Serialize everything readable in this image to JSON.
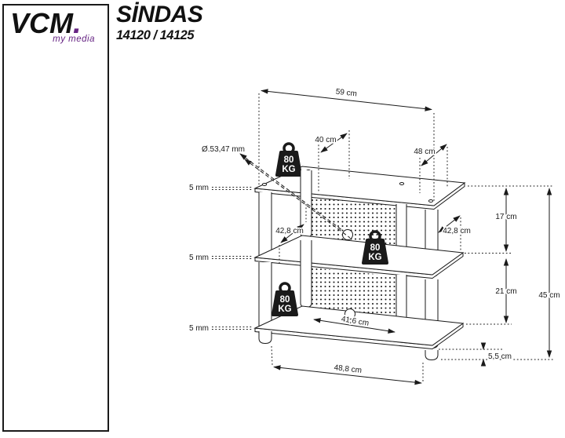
{
  "page": {
    "background": "#ffffff",
    "ink": "#1a1a1a",
    "accent_purple": "#662483"
  },
  "logo": {
    "name": "VCM",
    "dot": ".",
    "tagline": "my media"
  },
  "product": {
    "title": "SİNDAS",
    "models": "14120 / 14125"
  },
  "drawing": {
    "weights": [
      {
        "value": "80",
        "unit": "KG"
      },
      {
        "value": "80",
        "unit": "KG"
      },
      {
        "value": "80",
        "unit": "KG"
      }
    ],
    "dimensions": {
      "top_width": "59 cm",
      "shelf_depth": "40 cm",
      "total_depth": "48 cm",
      "cable_hole_diameter": "Ø.53,47 mm",
      "glass_thickness_top": "5 mm",
      "glass_thickness_middle": "5 mm",
      "glass_thickness_bottom": "5 mm",
      "clear_depth_left": "42,8 cm",
      "clear_depth_right": "42,8 cm",
      "clearance_upper": "17 cm",
      "clearance_lower": "21 cm",
      "total_height": "45 cm",
      "clear_width": "41,6 cm",
      "base_width": "48,8 cm",
      "foot_height": "5,5 cm"
    }
  }
}
